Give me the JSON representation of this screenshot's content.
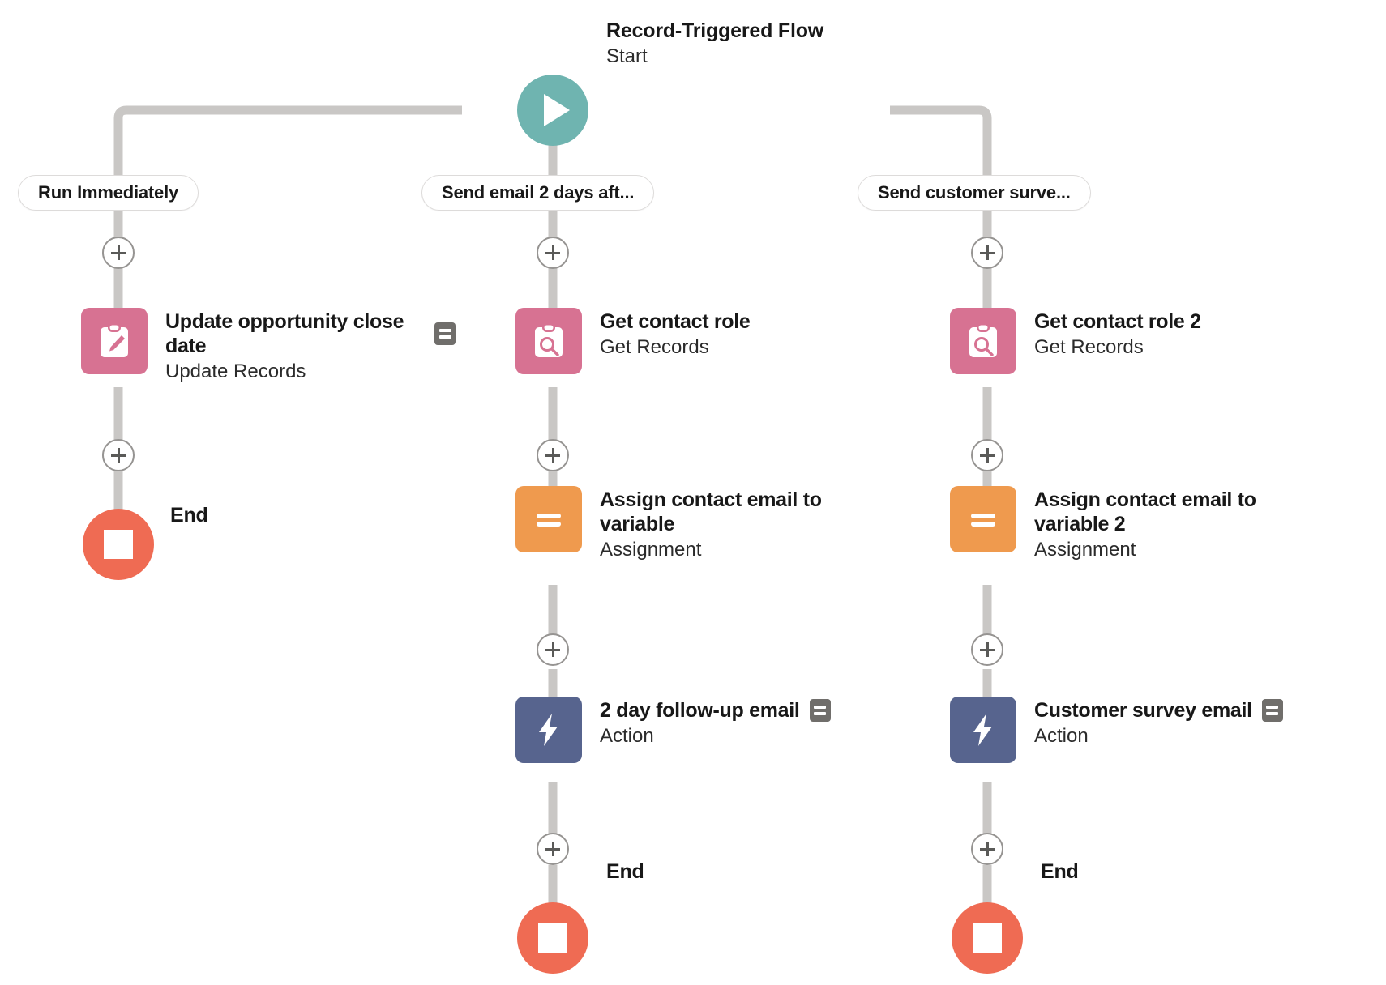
{
  "flow": {
    "start": {
      "title": "Record-Triggered Flow",
      "subtitle": "Start",
      "icon": "play-icon",
      "color": "#6FB4B0"
    },
    "colors": {
      "start": "#6FB4B0",
      "get_records": "#D77292",
      "update_records": "#D77292",
      "assignment": "#EF9A4E",
      "action": "#57648E",
      "end": "#EF6B53",
      "connector": "#C9C7C5",
      "note_badge": "#706E6B"
    },
    "branches": [
      {
        "id": "branch-run-immediately",
        "label": "Run Immediately",
        "nodes": [
          {
            "id": "update-opportunity-close-date",
            "label": "Update opportunity close date",
            "type": "Update Records",
            "icon": "update-records-icon",
            "icon_color": "#D77292",
            "has_note": false,
            "note_beside": true
          }
        ],
        "end_label": "End"
      },
      {
        "id": "branch-send-email-2-days",
        "label": "Send email 2 days aft...",
        "nodes": [
          {
            "id": "get-contact-role",
            "label": "Get contact role",
            "type": "Get Records",
            "icon": "get-records-icon",
            "icon_color": "#D77292",
            "has_note": false
          },
          {
            "id": "assign-contact-email-to-variable",
            "label": "Assign contact email to variable",
            "type": "Assignment",
            "icon": "assignment-icon",
            "icon_color": "#EF9A4E",
            "has_note": false
          },
          {
            "id": "2-day-follow-up-email",
            "label": "2 day follow-up email",
            "type": "Action",
            "icon": "action-icon",
            "icon_color": "#57648E",
            "has_note": true
          }
        ],
        "end_label": "End"
      },
      {
        "id": "branch-send-customer-survey",
        "label": "Send customer surve...",
        "nodes": [
          {
            "id": "get-contact-role-2",
            "label": "Get contact role 2",
            "type": "Get Records",
            "icon": "get-records-icon",
            "icon_color": "#D77292",
            "has_note": false
          },
          {
            "id": "assign-contact-email-to-variable-2",
            "label": "Assign contact email to variable 2",
            "type": "Assignment",
            "icon": "assignment-icon",
            "icon_color": "#EF9A4E",
            "has_note": false
          },
          {
            "id": "customer-survey-email",
            "label": "Customer survey email",
            "type": "Action",
            "icon": "action-icon",
            "icon_color": "#57648E",
            "has_note": true
          }
        ],
        "end_label": "End"
      }
    ],
    "add_element_icon": "plus-icon",
    "note_icon": "note-icon"
  }
}
